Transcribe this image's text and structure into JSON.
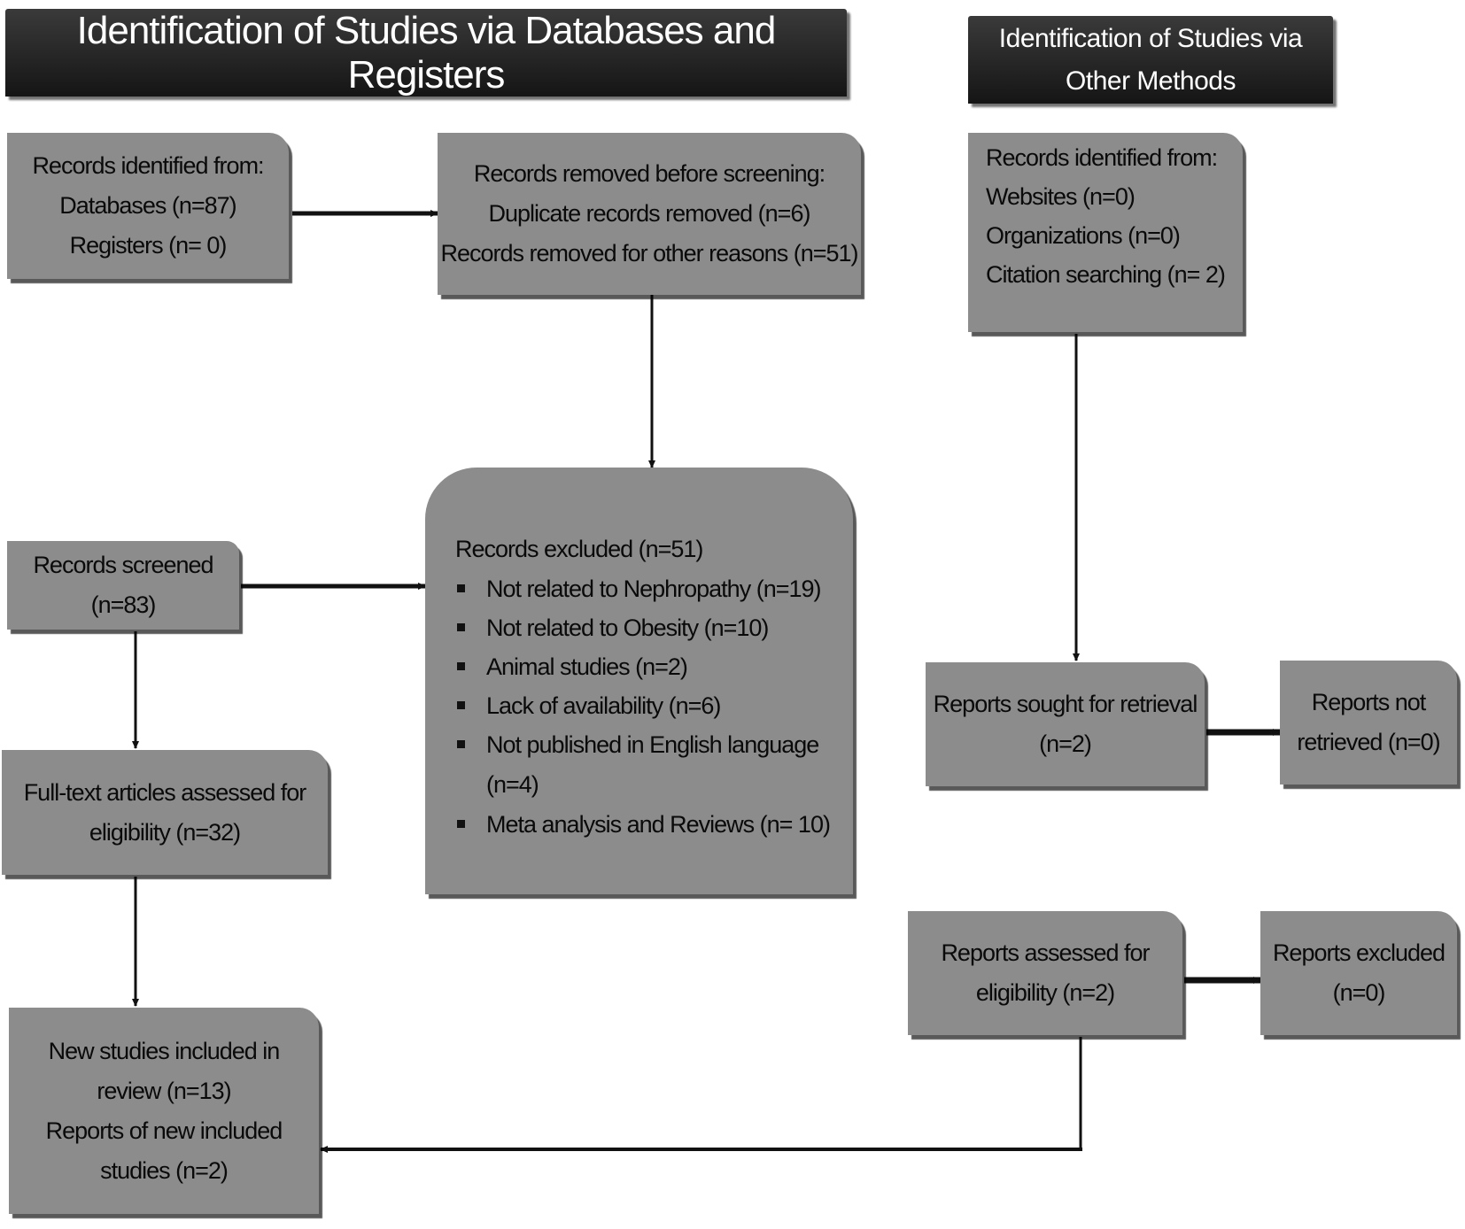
{
  "headers": {
    "databases": "Identification of Studies via Databases and Registers",
    "other": [
      "Identification of Studies via",
      "Other Methods"
    ]
  },
  "boxes": {
    "db_records": [
      "Records identified from:",
      "Databases (n=87)",
      "Registers (n= 0)"
    ],
    "removed": [
      "Records removed before screening:",
      "Duplicate records removed (n=6)",
      "Records removed for other reasons (n=51)"
    ],
    "other_records": [
      "Records identified from:",
      "Websites (n=0)",
      "Organizations (n=0)",
      "Citation searching (n= 2)"
    ],
    "screened": [
      "Records screened",
      "(n=83)"
    ],
    "excluded_title": "Records excluded (n=51)",
    "excluded_items": [
      "Not related to Nephropathy (n=19)",
      "Not related to Obesity (n=10)",
      "Animal studies (n=2)",
      "Lack of availability (n=6)",
      "Not published in English language",
      "Meta analysis and Reviews (n= 10)"
    ],
    "excluded_item5_cont": "(n=4)",
    "fulltext": [
      "Full-text articles assessed for",
      "eligibility  (n=32)"
    ],
    "new_studies": [
      "New studies included in",
      "review (n=13)",
      "Reports of new included",
      "studies (n=2)"
    ],
    "sought": [
      "Reports sought for retrieval",
      "(n=2)"
    ],
    "not_retrieved": [
      "Reports not",
      "retrieved (n=0)"
    ],
    "assessed": [
      "Reports assessed for",
      "eligibility  (n=2)"
    ],
    "reports_excluded": [
      "Reports excluded",
      "(n=0)"
    ]
  },
  "colors": {
    "box_fill": "#8c8c8c",
    "header_fill": "#1f1f1f",
    "header_text": "#ffffff",
    "line": "#111111"
  }
}
